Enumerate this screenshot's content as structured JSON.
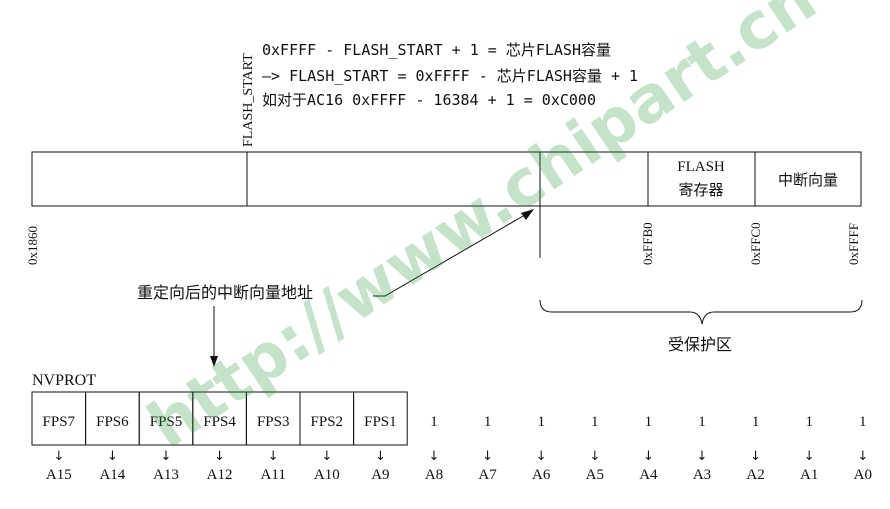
{
  "formula": {
    "line1": "0xFFFF - FLASH_START + 1 = 芯片FLASH容量",
    "line2": "—> FLASH_START = 0xFFFF - 芯片FLASH容量  + 1",
    "line3": "如对于AC16  0xFFFF - 16384 + 1 = 0xC000"
  },
  "memory_map": {
    "flash_start_label": "FLASH_START",
    "flash_reg_line1": "FLASH",
    "flash_reg_line2": "寄存器",
    "vector_label": "中断向量",
    "addr_start": "0x1860",
    "addr_ffb0": "0xFFB0",
    "addr_ffc0": "0xFFC0",
    "addr_ffff": "0xFFFF",
    "protected_label": "受保护区",
    "relocated_label": "重定向后的中断向量地址"
  },
  "nvprot": {
    "title": "NVPROT",
    "bits": [
      {
        "value": "FPS7",
        "addr": "A15"
      },
      {
        "value": "FPS6",
        "addr": "A14"
      },
      {
        "value": "FPS5",
        "addr": "A13"
      },
      {
        "value": "FPS4",
        "addr": "A12"
      },
      {
        "value": "FPS3",
        "addr": "A11"
      },
      {
        "value": "FPS2",
        "addr": "A10"
      },
      {
        "value": "FPS1",
        "addr": "A9"
      },
      {
        "value": "1",
        "addr": "A8"
      },
      {
        "value": "1",
        "addr": "A7"
      },
      {
        "value": "1",
        "addr": "A6"
      },
      {
        "value": "1",
        "addr": "A5"
      },
      {
        "value": "1",
        "addr": "A4"
      },
      {
        "value": "1",
        "addr": "A3"
      },
      {
        "value": "1",
        "addr": "A2"
      },
      {
        "value": "1",
        "addr": "A1"
      },
      {
        "value": "1",
        "addr": "A0"
      }
    ],
    "arrow_glyph": "↓"
  },
  "watermark": "http://www.chipart.cn",
  "colors": {
    "line": "#111111",
    "watermark": "#2e9a3c"
  }
}
